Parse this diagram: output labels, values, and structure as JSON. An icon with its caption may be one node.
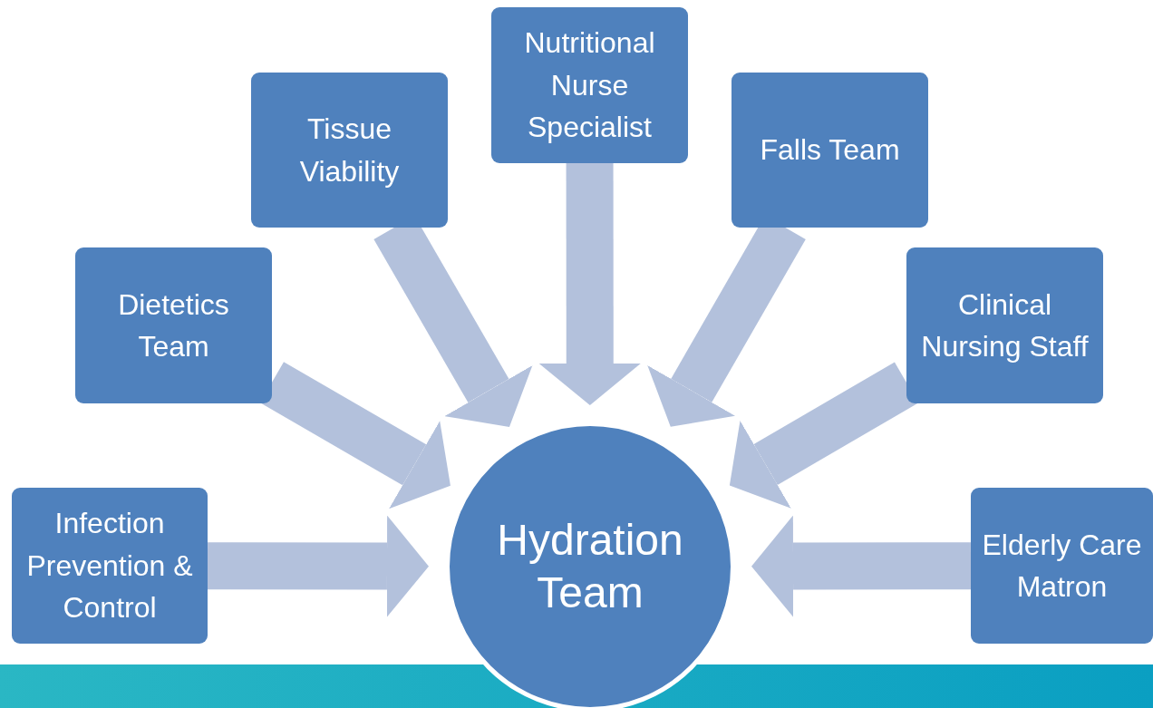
{
  "diagram": {
    "nodes": [
      {
        "text": [
          "Infection Prevention & Control"
        ]
      },
      {
        "text": [
          "Dietetics Team"
        ]
      },
      {
        "text": [
          "Tissue Viability"
        ]
      },
      {
        "text": [
          "Nutritional Nurse Specialist"
        ]
      },
      {
        "text": [
          "Falls Team"
        ]
      },
      {
        "text": [
          "Clinical Nursing Staff"
        ]
      },
      {
        "text": [
          "Elderly Care Matron"
        ]
      },
      {
        "text": [
          "Hydration Team"
        ]
      }
    ],
    "edges": [
      {
        "from": 0,
        "to": 7,
        "arrow": "to"
      },
      {
        "from": 1,
        "to": 7,
        "arrow": "to"
      },
      {
        "from": 2,
        "to": 7,
        "arrow": "to"
      },
      {
        "from": 3,
        "to": 7,
        "arrow": "to"
      },
      {
        "from": 4,
        "to": 7,
        "arrow": "to"
      },
      {
        "from": 5,
        "to": 7,
        "arrow": "to"
      },
      {
        "from": 6,
        "to": 7,
        "arrow": "to"
      }
    ]
  }
}
